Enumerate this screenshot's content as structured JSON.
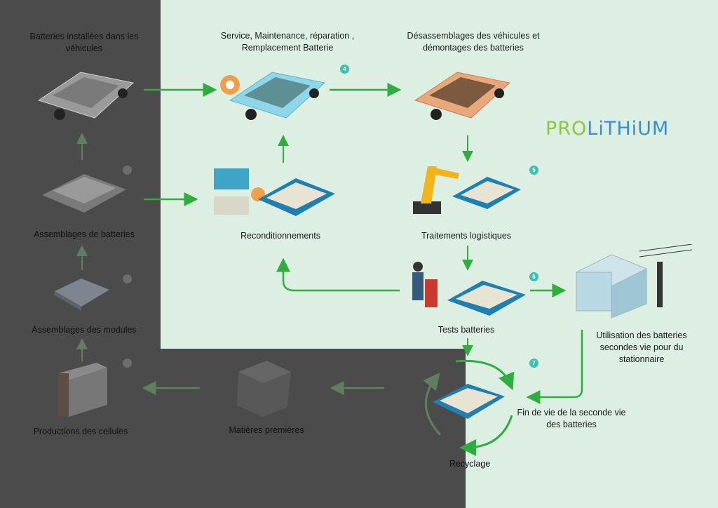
{
  "logo": {
    "prefix": "PRO",
    "suffix": "LiTHiUM"
  },
  "nodes": {
    "installed": "Batteries installées dans les véhicules",
    "service": "Service, Maintenance, réparation , Remplacement Batterie",
    "dismantling": "Désassemblages des véhicules et démontages des  batteries",
    "reconditioning": "Reconditionnements",
    "logistics": "Traitements logistiques",
    "battery_pack": "Assemblages de batteries",
    "modules": "Assemblages des modules",
    "tests": "Tests batteries",
    "second_life": "Utilisation des batteries secondes vie pour du stationnaire",
    "cells": "Productions des cellules",
    "raw": "Matières premières",
    "end_of_life": "Fin de vie de la seconde vie des batteries",
    "recycling": "Recyclage"
  },
  "steps": {
    "s4": "4",
    "s5": "5",
    "s6": "6",
    "s7": "7"
  },
  "colors": {
    "dark_zone": "#4b4b4b",
    "light_zone": "#dcefe2",
    "arrow_green": "#2fae3f",
    "badge_teal": "#3bbfb0"
  }
}
